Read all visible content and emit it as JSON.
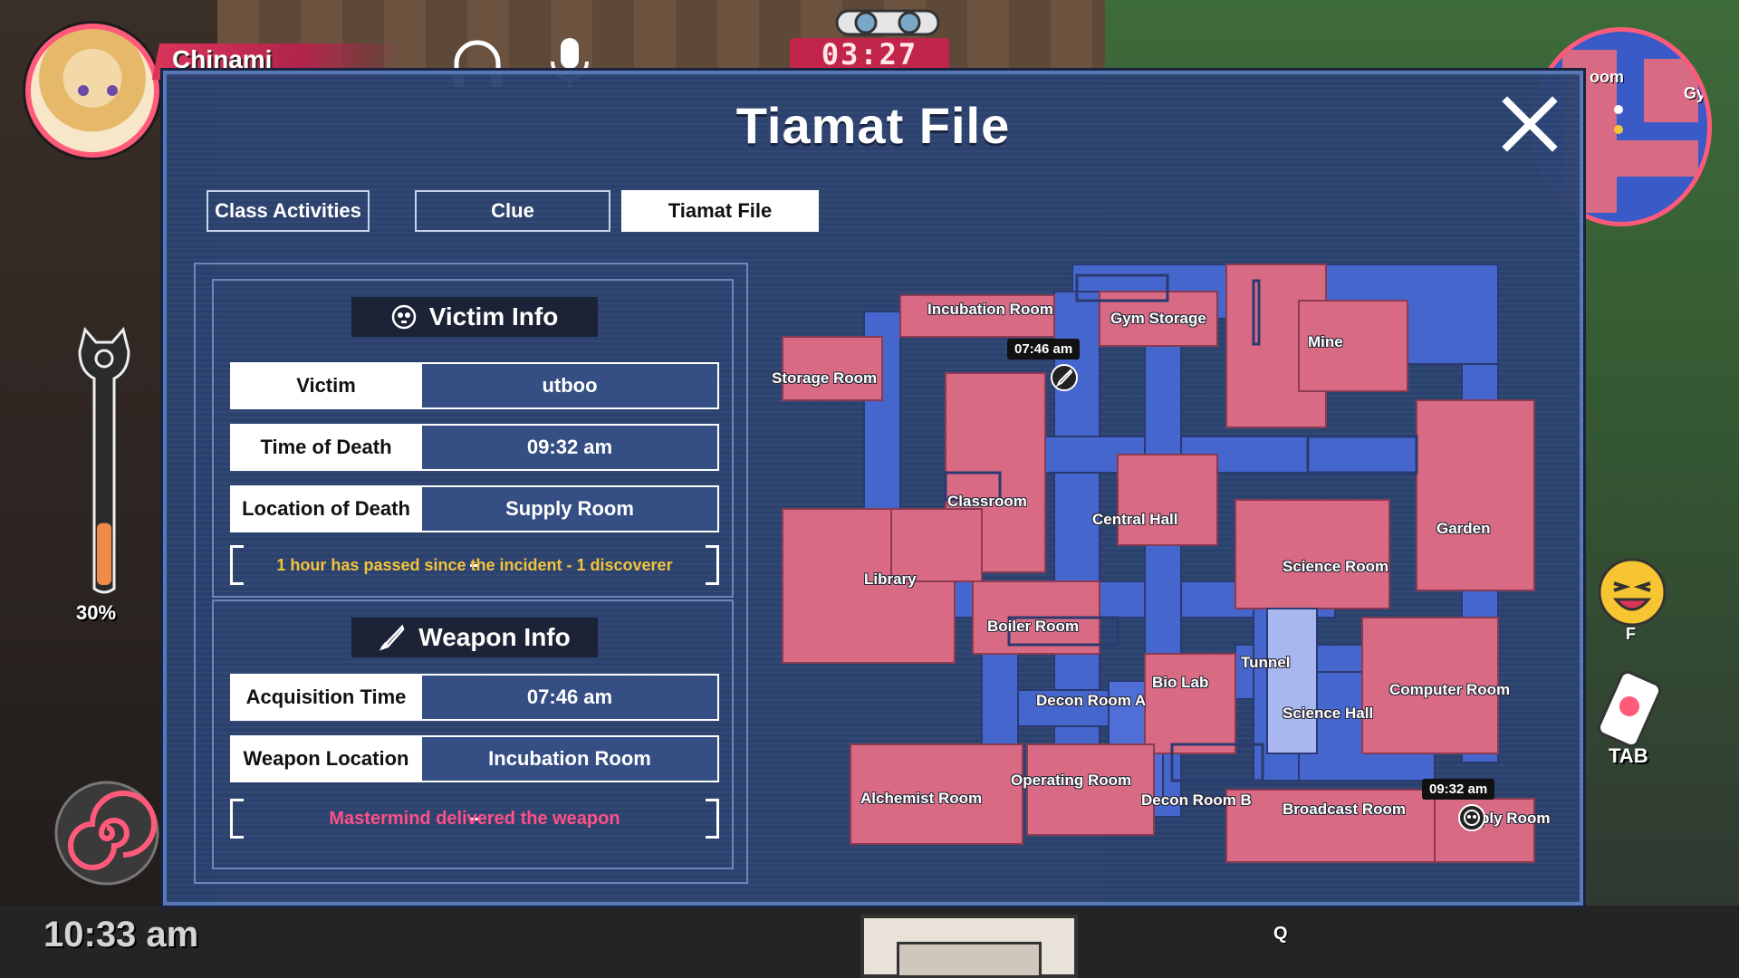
{
  "hud": {
    "player_name": "Chinami",
    "timer": "03:27",
    "battery_percent": "30%",
    "battery_level": 0.3,
    "clock": "10:33 am",
    "emote_key": "F",
    "map_key": "TAB",
    "skill_key": "Q",
    "minimap_labels": [
      "oom",
      "Gy"
    ]
  },
  "panel": {
    "title": "Tiamat File",
    "tabs": [
      {
        "label": "Class Activities",
        "active": false
      },
      {
        "label": "Clue",
        "active": false
      },
      {
        "label": "Tiamat File",
        "active": true
      }
    ]
  },
  "victim_info": {
    "header": "Victim Info",
    "rows": [
      {
        "label": "Victim",
        "value": "utboo"
      },
      {
        "label": "Time of Death",
        "value": "09:32 am"
      },
      {
        "label": "Location of Death",
        "value": "Supply Room"
      }
    ],
    "note": "1 hour has passed since the incident - 1 discoverer"
  },
  "weapon_info": {
    "header": "Weapon Info",
    "rows": [
      {
        "label": "Acquisition Time",
        "value": "07:46 am"
      },
      {
        "label": "Weapon Location",
        "value": "Incubation Room"
      }
    ],
    "note": "Mastermind delivered the weapon"
  },
  "map": {
    "rooms": {
      "incubation": "Incubation Room",
      "gym_storage": "Gym Storage",
      "mine": "Mine",
      "storage": "Storage Room",
      "classroom": "Classroom",
      "central_hall": "Central Hall",
      "garden": "Garden",
      "science_room": "Science Room",
      "library": "Library",
      "boiler": "Boiler Room",
      "tunnel": "Tunnel",
      "bio_lab": "Bio Lab",
      "computer": "Computer Room",
      "decon_a": "Decon Room A",
      "science_hall": "Science Hall",
      "operating": "Operating Room",
      "alchemist": "Alchemist Room",
      "decon_b": "Decon Room B",
      "broadcast": "Broadcast Room",
      "supply": "ply Room"
    },
    "weapon_time_tag": "07:46 am",
    "death_time_tag": "09:32 am"
  },
  "colors": {
    "panel_bg": "#2a4270",
    "room_pink": "#d96a84",
    "corridor_blue": "#4566cc",
    "accent_red": "#c2254a",
    "note_yellow": "#f2c43a",
    "note_pink": "#ff4f86"
  }
}
